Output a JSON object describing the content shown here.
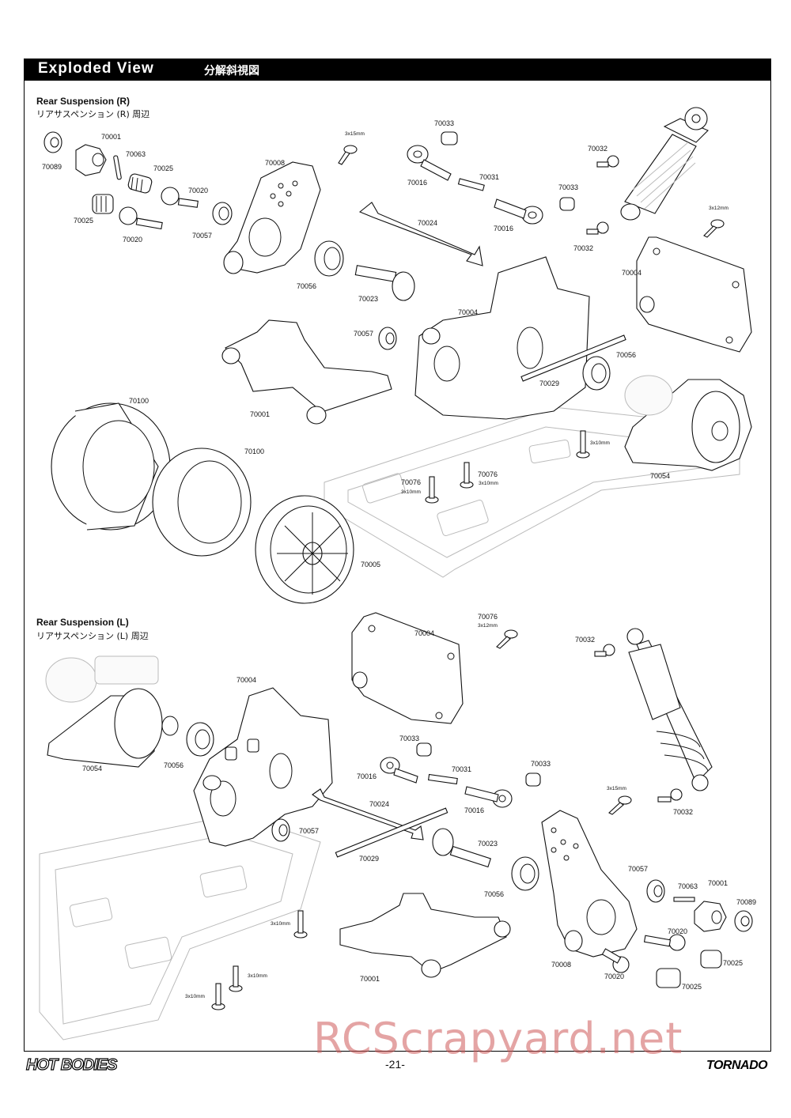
{
  "header": {
    "title": "Exploded View",
    "subtitle_jp": "分解斜視図"
  },
  "sections": [
    {
      "title": "Rear Suspension (R)",
      "subtitle_jp": "リアサスペンション (R) 周辺"
    },
    {
      "title": "Rear Suspension (L)",
      "subtitle_jp": "リアサスペンション (L) 周辺"
    }
  ],
  "labels_r": [
    "70089",
    "70001",
    "70063",
    "70025",
    "70020",
    "70025",
    "70020",
    "70008",
    "70057",
    "3x15mm",
    "70033",
    "70016",
    "70031",
    "70024",
    "70016",
    "70033",
    "70032",
    "70032",
    "3x12mm",
    "70056",
    "70023",
    "70004",
    "70004",
    "70057",
    "70001",
    "70056",
    "70029",
    "70100",
    "70100",
    "3x10mm",
    "70054",
    "70076",
    "3x10mm",
    "70076",
    "3x10mm",
    "70005"
  ],
  "labels_l": [
    "70076",
    "3x12mm",
    "70004",
    "70032",
    "70004",
    "70054",
    "70056",
    "70033",
    "70016",
    "70031",
    "70033",
    "3x15mm",
    "70032",
    "70016",
    "70024",
    "70057",
    "70023",
    "70029",
    "70057",
    "70063",
    "70001",
    "70089",
    "70056",
    "70020",
    "70025",
    "70008",
    "70020",
    "70025",
    "3x10mm",
    "3x10mm",
    "3x10mm",
    "70001"
  ],
  "footer": {
    "page_number": "-21-",
    "logo_left": "HOT BODIES",
    "logo_right": "TORNADO",
    "watermark": "RCScrapyard.net"
  }
}
